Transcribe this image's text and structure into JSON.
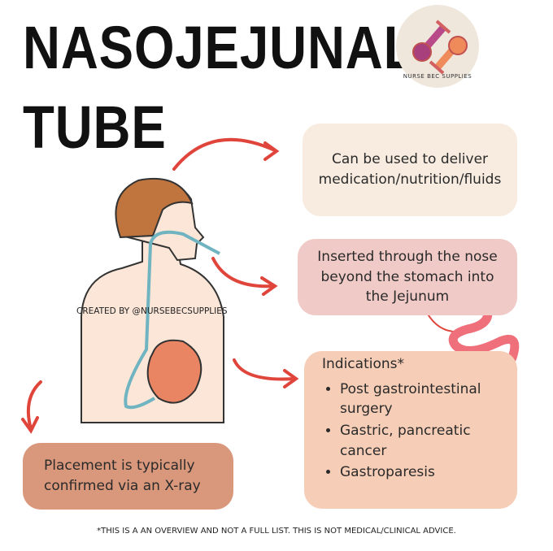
{
  "title": {
    "line1": "NASOJEJUNAL",
    "line2": "TUBE"
  },
  "logo": {
    "text": "NURSE BEC SUPPLIES"
  },
  "credit": "CREATED BY @NURSEBECSUPPLIES",
  "boxes": {
    "use": {
      "text": "Can be used to deliver medication/nutrition/fluids",
      "color": "#f8ece0"
    },
    "insert": {
      "text": "Inserted through the nose beyond the stomach into the Jejunum",
      "color": "#f0cac6"
    },
    "indications": {
      "heading": "Indications*",
      "items": [
        "Post gastrointestinal surgery",
        "Gastric, pancreatic cancer",
        "Gastroparesis"
      ],
      "color": "#f6cdb6"
    },
    "placement": {
      "text": "Placement is typically confirmed via an X-ray",
      "color": "#d9987c"
    }
  },
  "footnote": "*THIS IS A AN OVERVIEW AND NOT A FULL LIST. THIS IS NOT MEDICAL/CLINICAL ADVICE.",
  "colors": {
    "arrow": "#e0453c",
    "tube": "#6fb4c0",
    "stomach": "#e98563",
    "skin": "#fbe6d8",
    "hair": "#c0743e",
    "intestine": "#ef6f7a"
  }
}
